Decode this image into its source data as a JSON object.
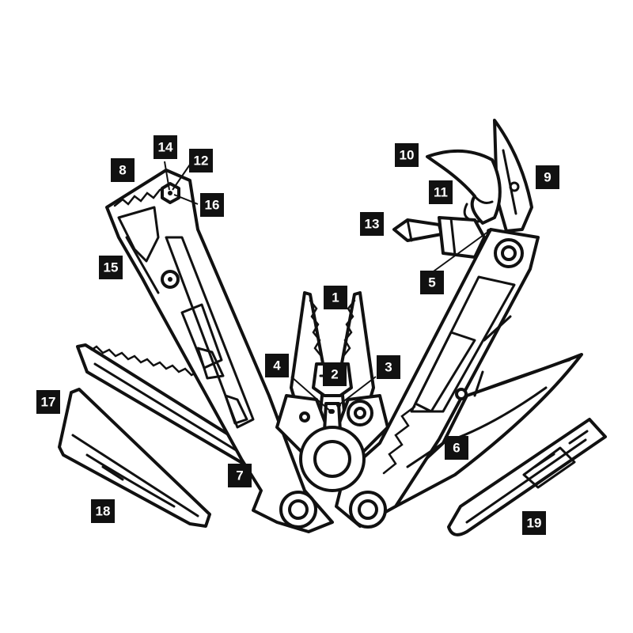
{
  "callouts": [
    {
      "id": "c1",
      "label": "1"
    },
    {
      "id": "c2",
      "label": "2"
    },
    {
      "id": "c3",
      "label": "3"
    },
    {
      "id": "c4",
      "label": "4"
    },
    {
      "id": "c5",
      "label": "5"
    },
    {
      "id": "c6",
      "label": "6"
    },
    {
      "id": "c7",
      "label": "7"
    },
    {
      "id": "c8",
      "label": "8"
    },
    {
      "id": "c9",
      "label": "9"
    },
    {
      "id": "c10",
      "label": "10"
    },
    {
      "id": "c11",
      "label": "11"
    },
    {
      "id": "c12",
      "label": "12"
    },
    {
      "id": "c13",
      "label": "13"
    },
    {
      "id": "c14",
      "label": "14"
    },
    {
      "id": "c15",
      "label": "15"
    },
    {
      "id": "c16",
      "label": "16"
    },
    {
      "id": "c17",
      "label": "17"
    },
    {
      "id": "c18",
      "label": "18"
    },
    {
      "id": "c19",
      "label": "19"
    }
  ],
  "colors": {
    "ink": "#111111",
    "paper": "#ffffff"
  }
}
